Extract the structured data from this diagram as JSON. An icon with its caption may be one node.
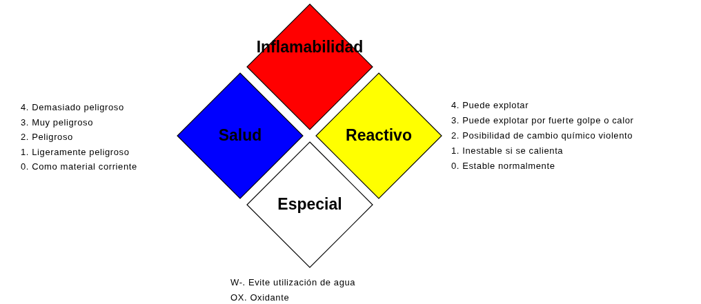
{
  "diagram": {
    "nodes": [
      {
        "text": [
          "Inflamabilidad"
        ]
      },
      {
        "text": [
          "Salud"
        ]
      },
      {
        "text": [
          "Reactivo"
        ]
      },
      {
        "text": [
          "Especial"
        ]
      }
    ],
    "labels": [
      "4. Demasiado peligroso",
      "3. Muy peligroso",
      "2. Peligroso",
      "1. Ligeramente peligroso",
      "0. Como material corriente",
      "4. Puede explotar",
      "3. Puede explotar por fuerte golpe o calor",
      "2. Posibilidad de cambio químico violento",
      "1. Inestable si se calienta",
      "0. Estable normalmente",
      "W-. Evite utilización de agua",
      "OX. Oxidante"
    ]
  }
}
